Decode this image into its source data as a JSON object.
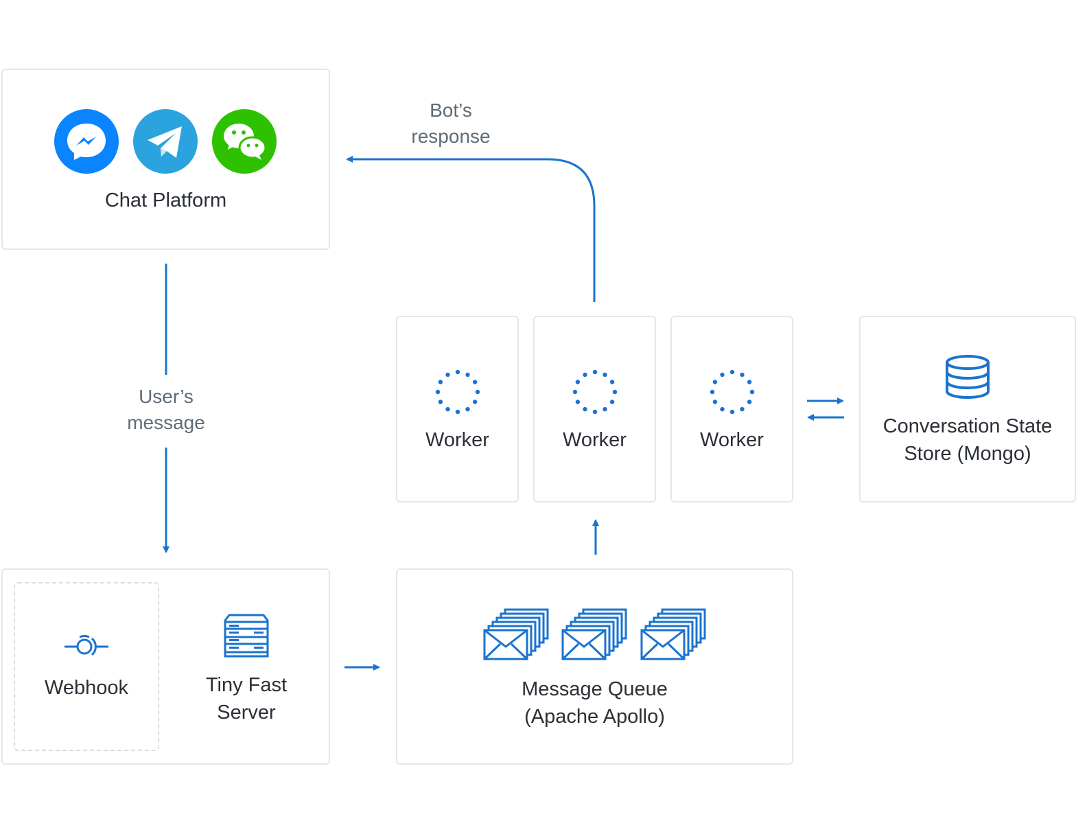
{
  "chat_platform": {
    "label": "Chat Platform",
    "icons": [
      "messenger-icon",
      "telegram-icon",
      "wechat-icon"
    ],
    "colors": {
      "messenger": "#0a84ff",
      "telegram": "#2aa3de",
      "wechat": "#2dc100"
    }
  },
  "bot_response": {
    "text": "Bot’s\nresponse"
  },
  "user_message": {
    "text": "User’s\nmessage"
  },
  "workers": [
    {
      "label": "Worker"
    },
    {
      "label": "Worker"
    },
    {
      "label": "Worker"
    }
  ],
  "state_store": {
    "label": "Conversation State\nStore (Mongo)"
  },
  "webhook": {
    "label": "Webhook"
  },
  "server": {
    "label": "Tiny Fast\nServer"
  },
  "queue": {
    "label": "Message Queue\n(Apache Apollo)"
  },
  "colors": {
    "accent": "#1a73cf",
    "border": "#e6e6e6",
    "text": "#2b3037",
    "muted": "#5f6b78"
  }
}
